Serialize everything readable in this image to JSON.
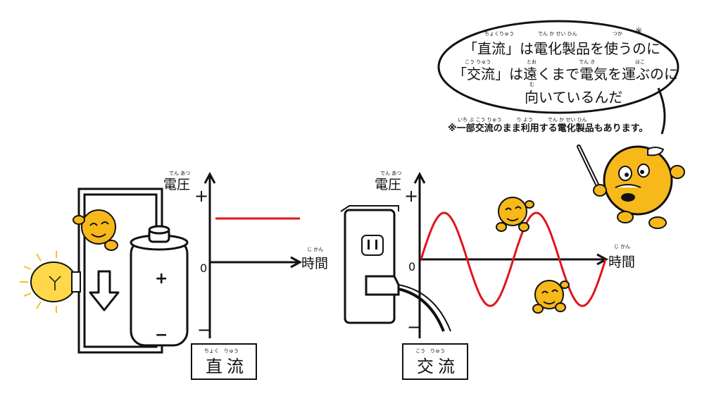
{
  "speech": {
    "line1": "「直流」は電化製品を使うのに",
    "line2": "「交流」は遠くまで電気を運ぶのに",
    "line3": "向いているんだ",
    "ruby1": "ちょくりゅう",
    "ruby2": "でん か せい ひん",
    "ruby3": "つか",
    "ruby4": "こう りゅう",
    "ruby5": "とお",
    "ruby6": "でん き",
    "ruby7": "はこ",
    "ruby8": "む",
    "mark": "※"
  },
  "footnote": {
    "text": "※一部交流のまま利用する電化製品もあります。",
    "ruby": "いち ぶ こう りゅう　　　り よう　　　でん か せい ひん"
  },
  "dc": {
    "voltage_label": "電圧",
    "voltage_ruby": "でん あつ",
    "plus": "+",
    "minus": "−",
    "zero": "0",
    "time_label": "時間",
    "time_ruby": "じ かん",
    "battery_plus": "+",
    "battery_minus": "−",
    "caption": "直流",
    "caption_ruby": "ちょく　りゅう"
  },
  "ac": {
    "voltage_label": "電圧",
    "voltage_ruby": "でん あつ",
    "plus": "+",
    "minus": "−",
    "zero": "0",
    "time_label": "時間",
    "time_ruby": "じ かん",
    "caption": "交流",
    "caption_ruby": "こう　りゅう"
  },
  "colors": {
    "signal": "#e0141e",
    "character": "#f7b81a",
    "bulb": "#ffd84a",
    "ink": "#111111"
  }
}
